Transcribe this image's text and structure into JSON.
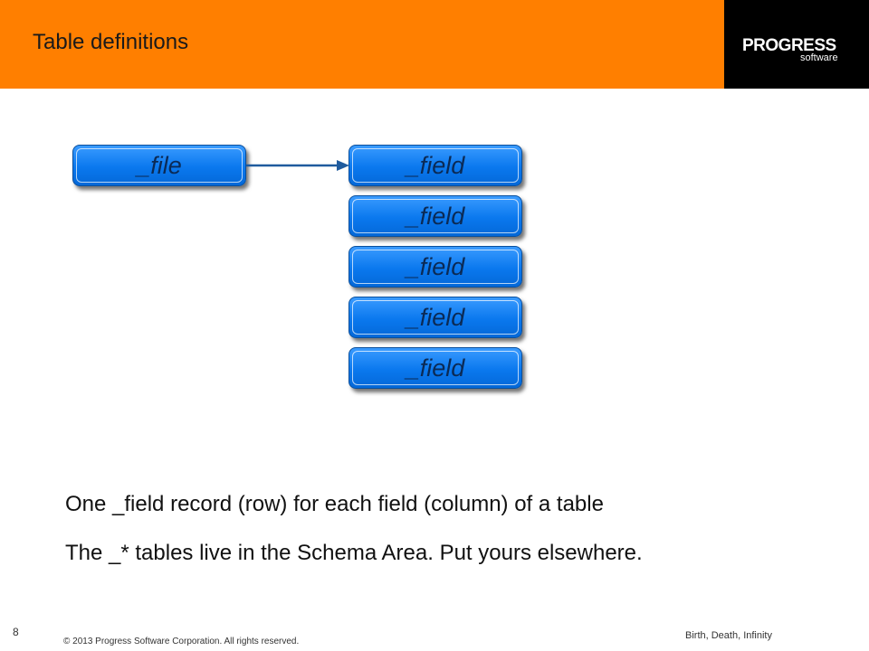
{
  "slide": {
    "title": "Table definitions",
    "logo_main": "PROGRESS",
    "logo_sub": "software"
  },
  "diagram": {
    "source_node": "_file",
    "field_nodes": [
      "_field",
      "_field",
      "_field",
      "_field",
      "_field"
    ]
  },
  "body": {
    "lines": [
      "One _field record (row) for each field (column) of a table",
      "The _* tables live in the Schema Area. Put yours elsewhere."
    ]
  },
  "footer": {
    "page_number": "8",
    "copyright": "© 2013 Progress Software Corporation. All rights reserved.",
    "talk_title": "Birth, Death, Infinity"
  },
  "colors": {
    "header": "#ff7f00",
    "logo_bg": "#000000",
    "node_fill": "#0a78ee",
    "arrow": "#1f5b9e"
  }
}
